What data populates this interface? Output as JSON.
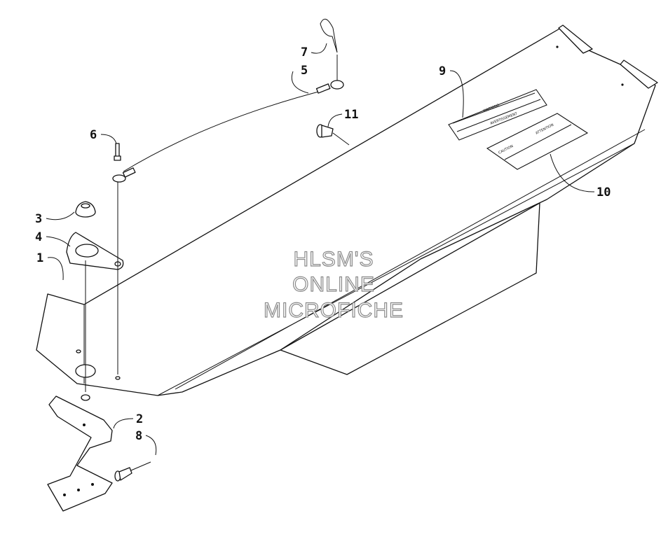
{
  "diagram": {
    "callouts": [
      {
        "id": "1",
        "label": "1"
      },
      {
        "id": "2",
        "label": "2"
      },
      {
        "id": "3",
        "label": "3"
      },
      {
        "id": "4",
        "label": "4"
      },
      {
        "id": "5",
        "label": "5"
      },
      {
        "id": "6",
        "label": "6"
      },
      {
        "id": "7",
        "label": "7"
      },
      {
        "id": "8",
        "label": "8"
      },
      {
        "id": "9",
        "label": "9"
      },
      {
        "id": "10",
        "label": "10"
      },
      {
        "id": "11",
        "label": "11"
      }
    ],
    "watermark": {
      "line1": "HLSM'S",
      "line2": "ONLINE",
      "line3": "MICROFICHE"
    },
    "decals": {
      "warning_a": "WARNING",
      "warning_b": "AVERTISSEMENT",
      "caution_a": "CAUTION",
      "caution_b": "ATTENTION"
    }
  }
}
